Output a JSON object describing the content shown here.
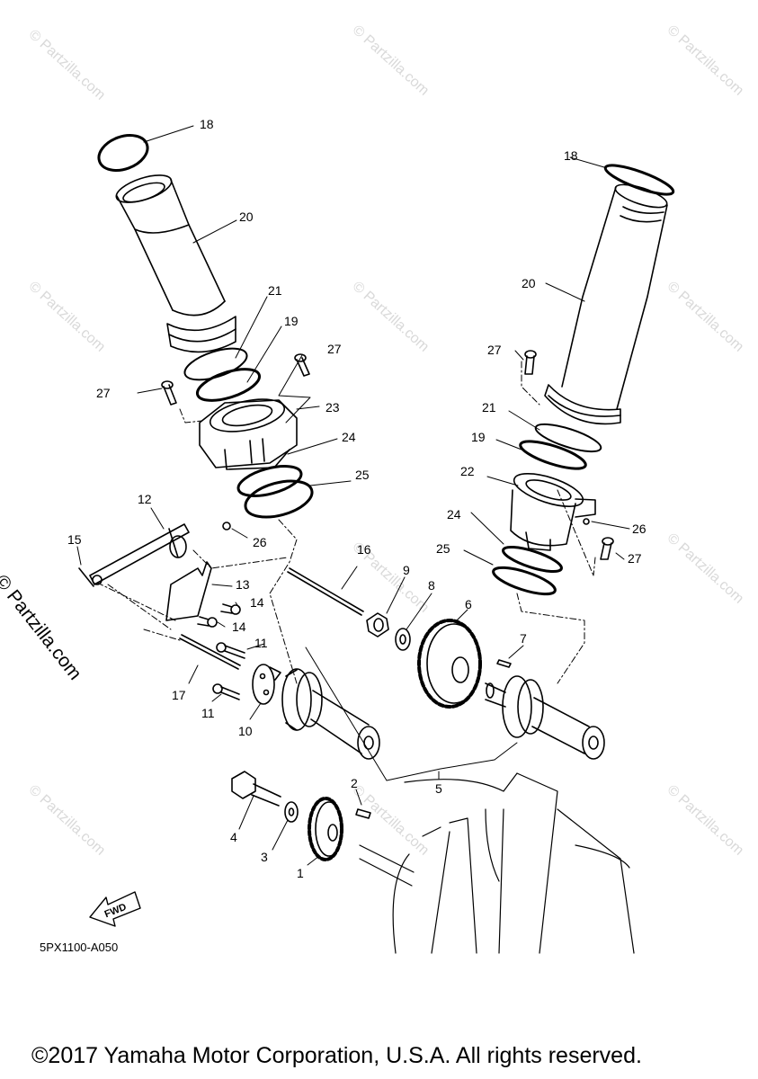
{
  "diagram": {
    "code": "5PX1100-A050",
    "fwd_label": "FWD",
    "copyright": "©2017 Yamaha Motor Corporation, U.S.A. All rights reserved.",
    "watermark": "© Partzilla.com",
    "side_watermark": "© Partzilla.com"
  },
  "callouts": {
    "n1": "1",
    "n2": "2",
    "n3": "3",
    "n4": "4",
    "n5": "5",
    "n6": "6",
    "n7": "7",
    "n8": "8",
    "n9": "9",
    "n10": "10",
    "n11a": "11",
    "n11b": "11",
    "n12": "12",
    "n13": "13",
    "n14a": "14",
    "n14b": "14",
    "n15": "15",
    "n16": "16",
    "n17": "17",
    "n18a": "18",
    "n18b": "18",
    "n19a": "19",
    "n19b": "19",
    "n20a": "20",
    "n20b": "20",
    "n21a": "21",
    "n21b": "21",
    "n22": "22",
    "n23": "23",
    "n24a": "24",
    "n24b": "24",
    "n25a": "25",
    "n25b": "25",
    "n26a": "26",
    "n26b": "26",
    "n27a": "27",
    "n27b": "27",
    "n27c": "27",
    "n27d": "27"
  }
}
